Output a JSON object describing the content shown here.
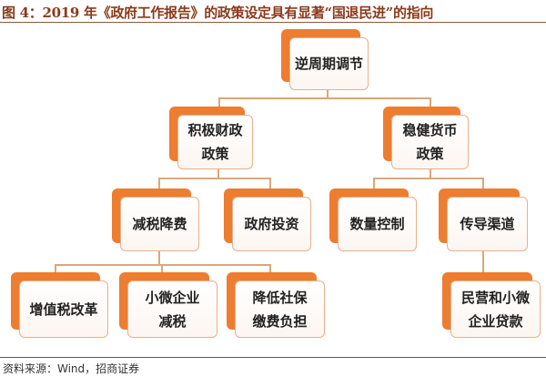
{
  "title": "图 4：2019 年《政府工作报告》的政策设定具有显著“国退民进”的指向",
  "nodes": {
    "root": "逆周期调节",
    "fiscal": "积极财政政策",
    "monetary": "稳健货币政策",
    "tax_fee": "减税降费",
    "gov_invest": "政府投资",
    "quantity": "数量控制",
    "transmission": "传导渠道",
    "vat": "增值税改革",
    "small_tax": "小微企业减税",
    "social_fee": "降低社保缴费负担",
    "private_loans": "民营和小微企业贷款"
  },
  "labels": {
    "fiscal_l1": "积极财政",
    "fiscal_l2": "政策",
    "monetary_l1": "稳健货币",
    "monetary_l2": "政策",
    "small_tax_l1": "小微企业",
    "small_tax_l2": "减税",
    "social_fee_l1": "降低社保",
    "social_fee_l2": "缴费负担",
    "private_loans_l1": "民营和小微",
    "private_loans_l2": "企业贷款"
  },
  "source": "资料来源：Wind，招商证券",
  "colors": {
    "accent": "#ed7d31",
    "title": "#8b3a1a",
    "connector": "#d9a77c"
  }
}
